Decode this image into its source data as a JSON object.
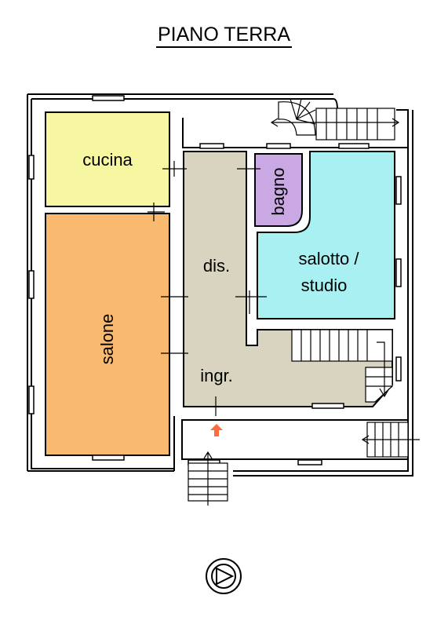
{
  "title": "PIANO TERRA",
  "rooms": {
    "cucina": {
      "label": "cucina",
      "color": "#f6f7a0"
    },
    "salone": {
      "label": "salone",
      "color": "#f9b96e"
    },
    "disimpegno": {
      "label": "dis.",
      "color": "#d8d4bf"
    },
    "ingresso": {
      "label": "ingr.",
      "color": "#d8d4bf"
    },
    "bagno": {
      "label": "bagno",
      "color": "#c9a8e3"
    },
    "salotto": {
      "label_line1": "salotto /",
      "label_line2": "studio",
      "color": "#a8f0f2"
    }
  },
  "colors": {
    "wall": "#000000",
    "background": "#ffffff",
    "entrance_arrow": "#ff6a3d"
  },
  "icons": [
    "north-compass-icon",
    "entrance-arrow-icon",
    "staircase-icon"
  ]
}
